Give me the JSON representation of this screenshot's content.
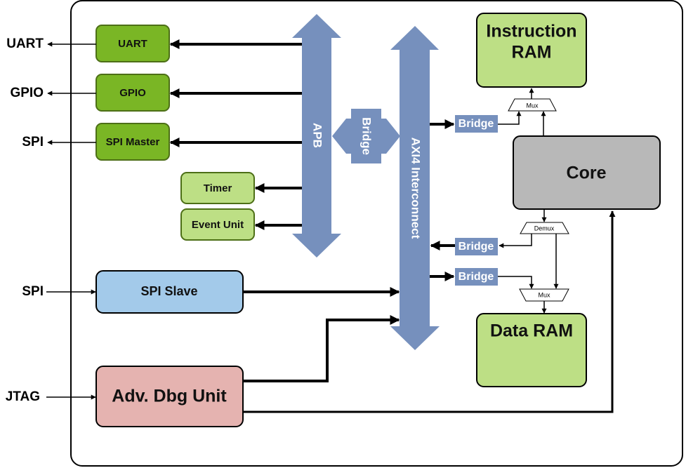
{
  "diagram": {
    "colors": {
      "bus": "#7690bd",
      "peripheral_dark_green": "#7ab625",
      "peripheral_light_green": "#bddf85",
      "ram_green": "#bddf85",
      "core_gray": "#b8b8b8",
      "spi_slave_blue": "#a3caea",
      "debug_pink": "#e5b3b0",
      "bridge_fill": "#7690bd"
    },
    "external_ports": {
      "uart": "UART",
      "gpio": "GPIO",
      "spi_out": "SPI",
      "spi_in": "SPI",
      "jtag": "JTAG"
    },
    "blocks": {
      "uart": "UART",
      "gpio": "GPIO",
      "spi_master": "SPI Master",
      "timer": "Timer",
      "event_unit": "Event Unit",
      "spi_slave": "SPI Slave",
      "adv_dbg_unit": "Adv. Dbg Unit",
      "instruction_ram_line1": "Instruction",
      "instruction_ram_line2": "RAM",
      "core": "Core",
      "data_ram": "Data RAM"
    },
    "buses": {
      "apb": "APB",
      "axi4": "AXI4 Interconnect",
      "apb_axi_bridge": "Bridge"
    },
    "bridges": {
      "iram_bridge": "Bridge",
      "axi_in_bridge": "Bridge",
      "dram_bridge": "Bridge"
    },
    "muxes": {
      "iram_mux": "Mux",
      "core_demux": "Demux",
      "dram_mux": "Mux"
    },
    "connections": [
      {
        "from": "APB",
        "to": "UART"
      },
      {
        "from": "APB",
        "to": "GPIO"
      },
      {
        "from": "APB",
        "to": "SPI Master"
      },
      {
        "from": "APB",
        "to": "Timer"
      },
      {
        "from": "APB",
        "to": "Event Unit"
      },
      {
        "from": "UART",
        "to": "UART (external)"
      },
      {
        "from": "GPIO",
        "to": "GPIO (external)"
      },
      {
        "from": "SPI Master",
        "to": "SPI (external)"
      },
      {
        "from": "SPI (external)",
        "to": "SPI Slave"
      },
      {
        "from": "JTAG (external)",
        "to": "Adv. Dbg Unit"
      },
      {
        "from": "SPI Slave",
        "to": "AXI4 Interconnect"
      },
      {
        "from": "Adv. Dbg Unit",
        "to": "AXI4 Interconnect"
      },
      {
        "from": "Adv. Dbg Unit",
        "to": "Core"
      },
      {
        "from": "AXI4 Interconnect",
        "to": "Bridge (IRAM)"
      },
      {
        "from": "Bridge (IRAM)",
        "to": "Mux (IRAM)"
      },
      {
        "from": "Core",
        "to": "Mux (IRAM)"
      },
      {
        "from": "Mux (IRAM)",
        "to": "Instruction RAM"
      },
      {
        "from": "Core",
        "to": "Demux"
      },
      {
        "from": "Demux",
        "to": "Bridge (AXI in)"
      },
      {
        "from": "Bridge (AXI in)",
        "to": "AXI4 Interconnect"
      },
      {
        "from": "Demux",
        "to": "Mux (DRAM)"
      },
      {
        "from": "AXI4 Interconnect",
        "to": "Bridge (DRAM)"
      },
      {
        "from": "Bridge (DRAM)",
        "to": "Mux (DRAM)"
      },
      {
        "from": "Mux (DRAM)",
        "to": "Data RAM"
      }
    ]
  }
}
